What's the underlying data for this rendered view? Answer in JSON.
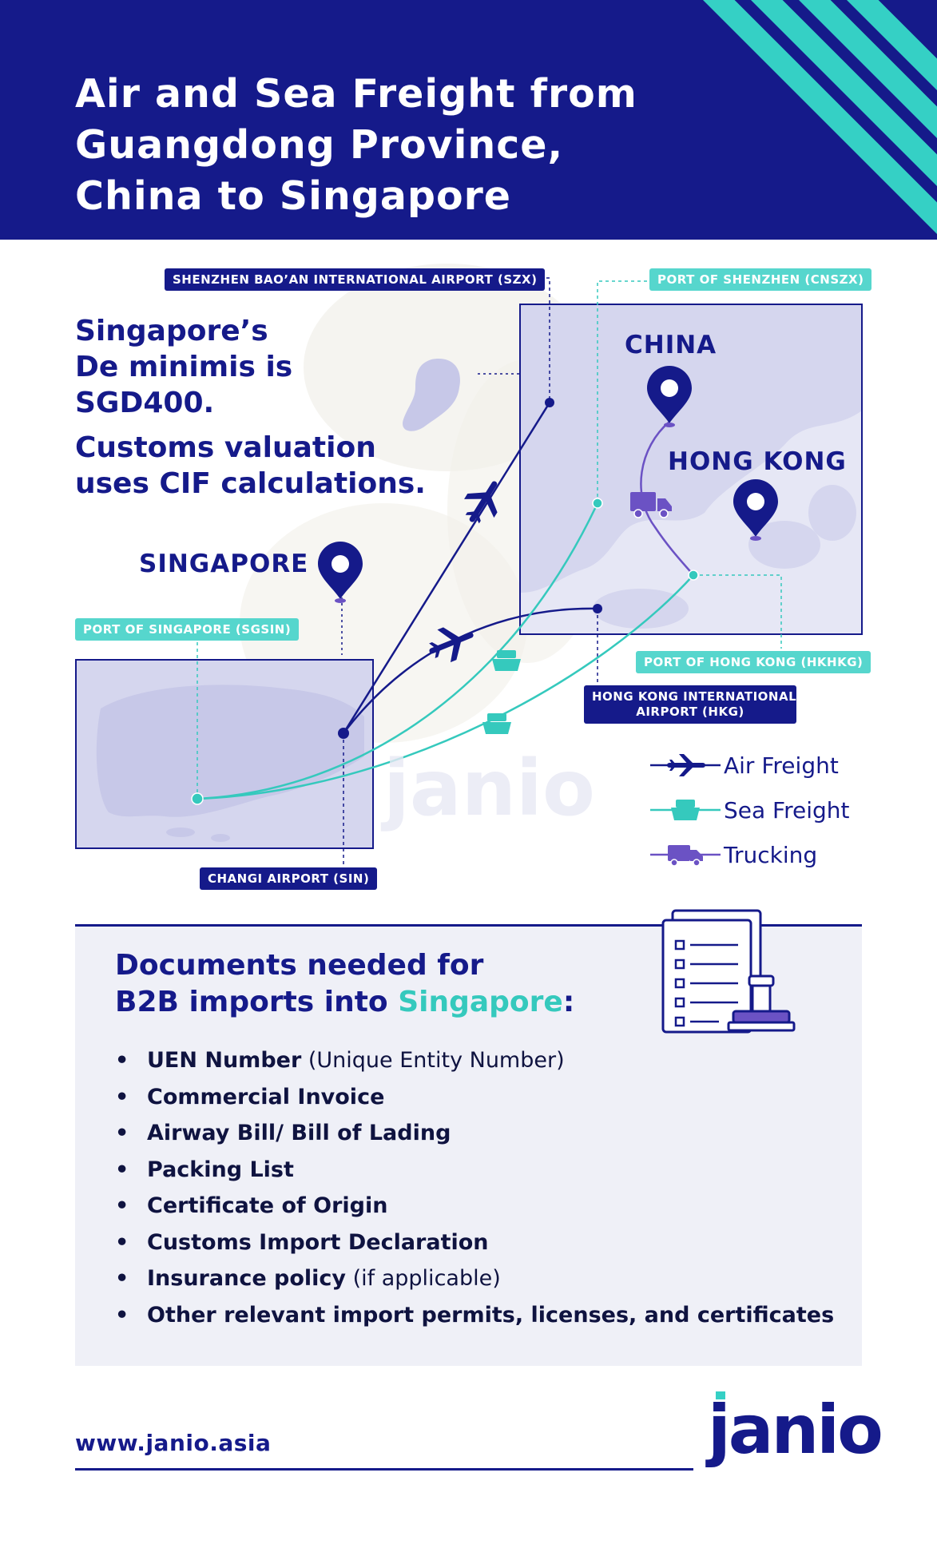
{
  "header": {
    "title_line1": "Air and Sea Freight from",
    "title_line2": "Guangdong Province,",
    "title_line3": "China to Singapore"
  },
  "intro": {
    "de_minimis_line1": "Singapore’s",
    "de_minimis_line2": "De minimis is",
    "de_minimis_line3": "SGD400.",
    "customs_line1": "Customs valuation",
    "customs_line2": "uses CIF calculations."
  },
  "map": {
    "labels": {
      "shenzhen_airport": "SHENZHEN BAO’AN INTERNATIONAL AIRPORT (SZX)",
      "port_shenzhen": "PORT OF SHENZHEN (CNSZX)",
      "port_singapore": "PORT OF SINGAPORE (SGSIN)",
      "port_hong_kong": "PORT OF HONG KONG (HKHKG)",
      "hk_airport_line1": "HONG KONG INTERNATIONAL",
      "hk_airport_line2": "AIRPORT (HKG)",
      "changi_airport": "CHANGI AIRPORT (SIN)"
    },
    "places": {
      "china": "CHINA",
      "hong_kong": "HONG KONG",
      "singapore": "SINGAPORE"
    },
    "watermark": "janio"
  },
  "legend": {
    "air": "Air Freight",
    "sea": "Sea Freight",
    "truck": "Trucking"
  },
  "colors": {
    "navy": "#151a8a",
    "teal": "#35d0c5",
    "purple": "#6b52c4",
    "map_fill": "#d5d6ee"
  },
  "documents": {
    "title_line1": "Documents needed for",
    "title_line2_prefix": "B2B imports into ",
    "title_line2_highlight": "Singapore",
    "title_line2_suffix": ":",
    "items": [
      {
        "bold": "UEN Number",
        "rest": " (Unique Entity Number)"
      },
      {
        "bold": "Commercial Invoice",
        "rest": ""
      },
      {
        "bold": "Airway Bill/ Bill of Lading",
        "rest": ""
      },
      {
        "bold": "Packing List",
        "rest": ""
      },
      {
        "bold": "Certificate of Origin",
        "rest": ""
      },
      {
        "bold": "Customs Import Declaration",
        "rest": ""
      },
      {
        "bold": "Insurance policy",
        "rest": " (if applicable)"
      },
      {
        "bold": "Other relevant import permits, licenses, and certificates",
        "rest": ""
      }
    ]
  },
  "footer": {
    "url": "www.janio.asia",
    "logo": "janio"
  }
}
